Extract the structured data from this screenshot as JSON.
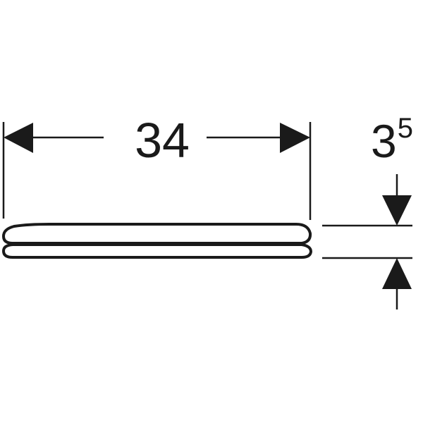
{
  "drawing": {
    "type": "technical dimension drawing",
    "subject": "toilet seat side profile",
    "colors": {
      "line": "#1a1a1a",
      "background": "#ffffff"
    }
  },
  "dimensions": {
    "width": {
      "value": "34",
      "orientation": "horizontal"
    },
    "height": {
      "value": "3",
      "superscript": "5",
      "orientation": "vertical"
    }
  }
}
